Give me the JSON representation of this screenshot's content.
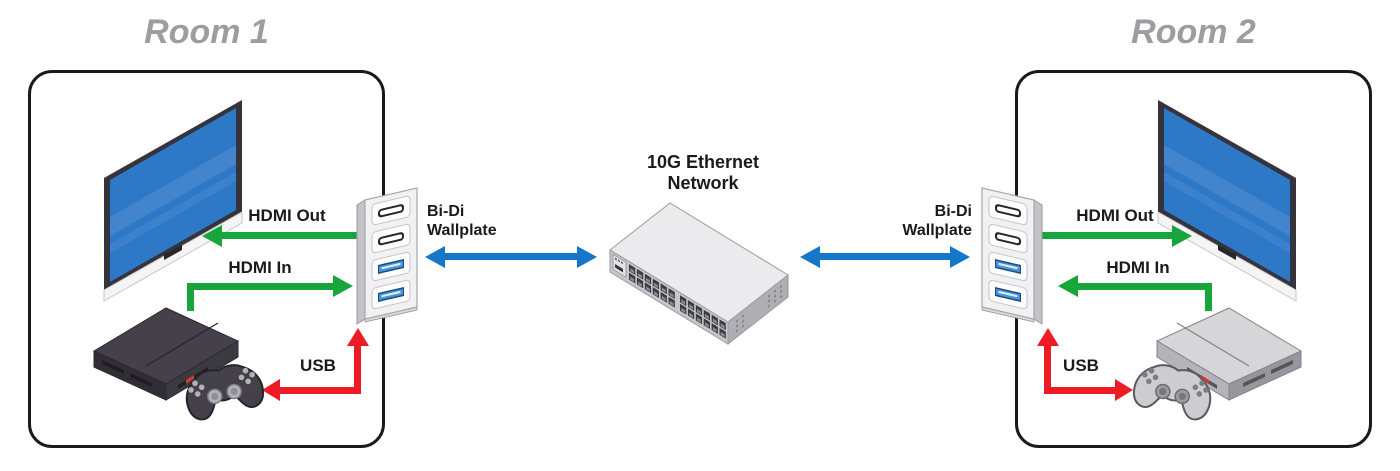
{
  "colors": {
    "hdmi_arrow_green": "#17a53c",
    "usb_arrow_red": "#ed1c24",
    "network_arrow_blue": "#1577c8",
    "room_title_gray": "#9b9da1",
    "room_border_black": "#1a1a1a",
    "tv_screen_blue": "#2e78c8",
    "usb_port_blue": "#4593d8"
  },
  "room1": {
    "title": "Room 1",
    "hdmi_out_label": "HDMI Out",
    "hdmi_in_label": "HDMI In",
    "usb_label": "USB",
    "wallplate_label_line1": "Bi-Di",
    "wallplate_label_line2": "Wallplate"
  },
  "room2": {
    "title": "Room 2",
    "hdmi_out_label": "HDMI Out",
    "hdmi_in_label": "HDMI In",
    "usb_label": "USB",
    "wallplate_label_line1": "Bi-Di",
    "wallplate_label_line2": "Wallplate"
  },
  "network": {
    "label_line1": "10G Ethernet",
    "label_line2": "Network"
  }
}
